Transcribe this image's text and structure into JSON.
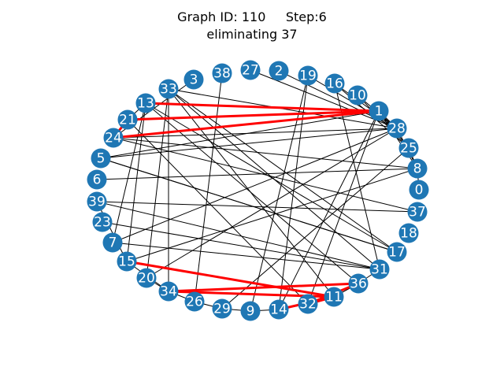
{
  "title": {
    "line1": "Graph ID: 110     Step:6",
    "line2": "eliminating 37"
  },
  "colors": {
    "node": "#1f77b4",
    "edge": "#000000",
    "highlight_edge": "#ff0000",
    "label": "#ffffff"
  },
  "nodes": [
    "0",
    "1",
    "2",
    "3",
    "5",
    "6",
    "7",
    "8",
    "9",
    "10",
    "11",
    "13",
    "14",
    "15",
    "16",
    "17",
    "18",
    "19",
    "20",
    "21",
    "24",
    "25",
    "26",
    "27",
    "28",
    "29",
    "31",
    "32",
    "33",
    "34",
    "36",
    "37",
    "38",
    "39"
  ],
  "edges": [
    [
      "13",
      "1"
    ],
    [
      "21",
      "1"
    ],
    [
      "24",
      "1"
    ],
    [
      "21",
      "24"
    ],
    [
      "15",
      "11"
    ],
    [
      "34",
      "36"
    ],
    [
      "34",
      "11"
    ],
    [
      "32",
      "36"
    ],
    [
      "32",
      "11"
    ],
    [
      "14",
      "11"
    ],
    [
      "33",
      "28"
    ],
    [
      "33",
      "31"
    ],
    [
      "33",
      "17"
    ],
    [
      "33",
      "11"
    ],
    [
      "33",
      "20"
    ],
    [
      "33",
      "34"
    ],
    [
      "3",
      "24"
    ],
    [
      "38",
      "26"
    ],
    [
      "27",
      "28"
    ],
    [
      "2",
      "28"
    ],
    [
      "19",
      "28"
    ],
    [
      "19",
      "14"
    ],
    [
      "19",
      "9"
    ],
    [
      "16",
      "31"
    ],
    [
      "16",
      "25"
    ],
    [
      "16",
      "28"
    ],
    [
      "10",
      "25"
    ],
    [
      "10",
      "28"
    ],
    [
      "1",
      "28"
    ],
    [
      "1",
      "25"
    ],
    [
      "1",
      "8"
    ],
    [
      "1",
      "5"
    ],
    [
      "1",
      "14"
    ],
    [
      "1",
      "32"
    ],
    [
      "28",
      "20"
    ],
    [
      "28",
      "5"
    ],
    [
      "28",
      "8"
    ],
    [
      "25",
      "8"
    ],
    [
      "25",
      "29"
    ],
    [
      "8",
      "6"
    ],
    [
      "8",
      "0"
    ],
    [
      "8",
      "24"
    ],
    [
      "8",
      "15"
    ],
    [
      "13",
      "21"
    ],
    [
      "13",
      "17"
    ],
    [
      "13",
      "36"
    ],
    [
      "13",
      "7"
    ],
    [
      "13",
      "15"
    ],
    [
      "21",
      "32"
    ],
    [
      "24",
      "28"
    ],
    [
      "24",
      "37"
    ],
    [
      "5",
      "17"
    ],
    [
      "39",
      "37"
    ],
    [
      "39",
      "31"
    ],
    [
      "39",
      "15"
    ],
    [
      "23",
      "31"
    ],
    [
      "7",
      "28"
    ],
    [
      "7",
      "31"
    ],
    [
      "15",
      "34"
    ],
    [
      "20",
      "34"
    ],
    [
      "34",
      "26"
    ],
    [
      "26",
      "29"
    ],
    [
      "29",
      "9"
    ],
    [
      "9",
      "14"
    ],
    [
      "14",
      "32"
    ],
    [
      "11",
      "36"
    ],
    [
      "36",
      "31"
    ],
    [
      "17",
      "5"
    ]
  ]
}
